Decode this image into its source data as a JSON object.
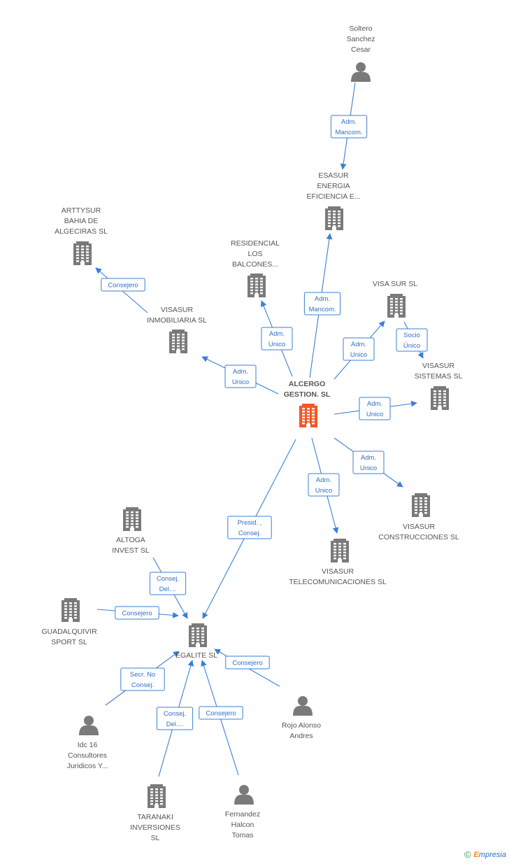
{
  "colors": {
    "company": "#7a7a7a",
    "center": "#f4562a",
    "person": "#7a7a7a",
    "edge": "#3a7fd5",
    "edge_text": "#2f6fc4",
    "label": "#555555"
  },
  "nodes": [
    {
      "id": "alcergo",
      "kind": "company-center",
      "lines": [
        "ALCERGO",
        "GESTION.  SL"
      ]
    },
    {
      "id": "soltero",
      "kind": "person",
      "lines": [
        "Soltero",
        "Sanchez",
        "Cesar"
      ]
    },
    {
      "id": "esasur",
      "kind": "company",
      "lines": [
        "ESASUR",
        "ENERGIA",
        "EFICIENCIA E..."
      ]
    },
    {
      "id": "arttysur",
      "kind": "company",
      "lines": [
        "ARTTYSUR",
        "BAHIA DE",
        "ALGECIRAS SL"
      ]
    },
    {
      "id": "residencial",
      "kind": "company",
      "lines": [
        "RESIDENCIAL",
        "LOS",
        "BALCONES..."
      ]
    },
    {
      "id": "visasur_inmo",
      "kind": "company",
      "lines": [
        "VISASUR",
        "INMOBILIARIA SL"
      ]
    },
    {
      "id": "visa_sur",
      "kind": "company",
      "lines": [
        "VISA SUR SL"
      ]
    },
    {
      "id": "visasur_sist",
      "kind": "company",
      "lines": [
        "VISASUR",
        "SISTEMAS SL"
      ]
    },
    {
      "id": "visasur_const",
      "kind": "company",
      "lines": [
        "VISASUR",
        "CONSTRUCCIONES SL"
      ]
    },
    {
      "id": "visasur_tele",
      "kind": "company",
      "lines": [
        "VISASUR",
        "TELECOMUNICACIONES SL"
      ]
    },
    {
      "id": "altoga",
      "kind": "company",
      "lines": [
        "ALTOGA",
        "INVEST SL"
      ]
    },
    {
      "id": "guadalquivir",
      "kind": "company",
      "lines": [
        "GUADALQUIVIR",
        "SPORT  SL"
      ]
    },
    {
      "id": "egalite",
      "kind": "company",
      "lines": [
        "EGALITE SL"
      ]
    },
    {
      "id": "idc16",
      "kind": "person",
      "lines": [
        "Idc 16",
        "Consultores",
        "Juridicos Y..."
      ]
    },
    {
      "id": "rojo",
      "kind": "person",
      "lines": [
        "Rojo Alonso",
        "Andres"
      ]
    },
    {
      "id": "taranaki",
      "kind": "company",
      "lines": [
        "TARANAKI",
        "INVERSIONES",
        "SL"
      ]
    },
    {
      "id": "fernandez",
      "kind": "person",
      "lines": [
        "Fernandez",
        "Halcon",
        "Tomas"
      ]
    }
  ],
  "edges": [
    {
      "from": "soltero",
      "to": "esasur",
      "label": [
        "Adm.",
        "Mancom."
      ]
    },
    {
      "from": "alcergo",
      "to": "esasur",
      "label": [
        "Adm.",
        "Mancom."
      ]
    },
    {
      "from": "visasur_inmo",
      "to": "arttysur",
      "label": [
        "Consejero"
      ]
    },
    {
      "from": "alcergo",
      "to": "residencial",
      "label": [
        "Adm.",
        "Unico"
      ]
    },
    {
      "from": "alcergo",
      "to": "visasur_inmo",
      "label": [
        "Adm.",
        "Unico"
      ]
    },
    {
      "from": "alcergo",
      "to": "visa_sur",
      "label": [
        "Adm.",
        "Unico"
      ]
    },
    {
      "from": "visa_sur",
      "to": "visasur_sist",
      "label": [
        "Socio",
        "Único"
      ]
    },
    {
      "from": "alcergo",
      "to": "visasur_sist",
      "label": [
        "Adm.",
        "Unico"
      ]
    },
    {
      "from": "alcergo",
      "to": "visasur_const",
      "label": [
        "Adm.",
        "Unico"
      ]
    },
    {
      "from": "alcergo",
      "to": "visasur_tele",
      "label": [
        "Adm.",
        "Unico"
      ]
    },
    {
      "from": "alcergo",
      "to": "egalite",
      "label": [
        "Presid. ,",
        "Consej."
      ]
    },
    {
      "from": "altoga",
      "to": "egalite",
      "label": [
        "Consej.",
        "Del...."
      ]
    },
    {
      "from": "guadalquivir",
      "to": "egalite",
      "label": [
        "Consejero"
      ]
    },
    {
      "from": "idc16",
      "to": "egalite",
      "label": [
        "Secr.  No",
        "Consej."
      ]
    },
    {
      "from": "rojo",
      "to": "egalite",
      "label": [
        "Consejero"
      ]
    },
    {
      "from": "taranaki",
      "to": "egalite",
      "label": [
        "Consej.",
        "Del...."
      ]
    },
    {
      "from": "fernandez",
      "to": "egalite",
      "label": [
        "Consejero"
      ]
    }
  ],
  "footer": {
    "copyright": "©",
    "brand_initial": "E",
    "brand_rest": "mpresia"
  }
}
